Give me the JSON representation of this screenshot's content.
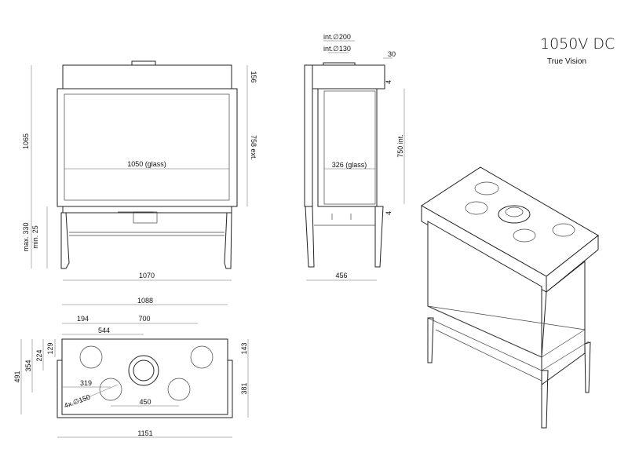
{
  "title": "1050V DC",
  "subtitle": "True Vision",
  "front_view": {
    "height_total": "1065",
    "top_panel": "156",
    "frame_height": "758  ext.",
    "glass_width": "1050  (glass)",
    "leg_max": "max. 330",
    "leg_min": "min. 25",
    "width": "1070"
  },
  "side_view": {
    "flue_outer": "int.∅200",
    "flue_inner": "int.∅130",
    "offset": "30",
    "gap_top": "4",
    "inner_height": "750  int.",
    "glass_width": "326  (glass)",
    "gap_bottom": "4",
    "depth": "456"
  },
  "top_view": {
    "overall_width": "1088",
    "hole_offset": "194",
    "hole_spacing": "700",
    "flue_offset": "544",
    "d129": "129",
    "d224": "224",
    "d354": "354",
    "depth_total": "491",
    "d143": "143",
    "d381": "381",
    "d319": "319",
    "holes": "4x.∅150",
    "d450": "450",
    "outer_width": "1151"
  }
}
